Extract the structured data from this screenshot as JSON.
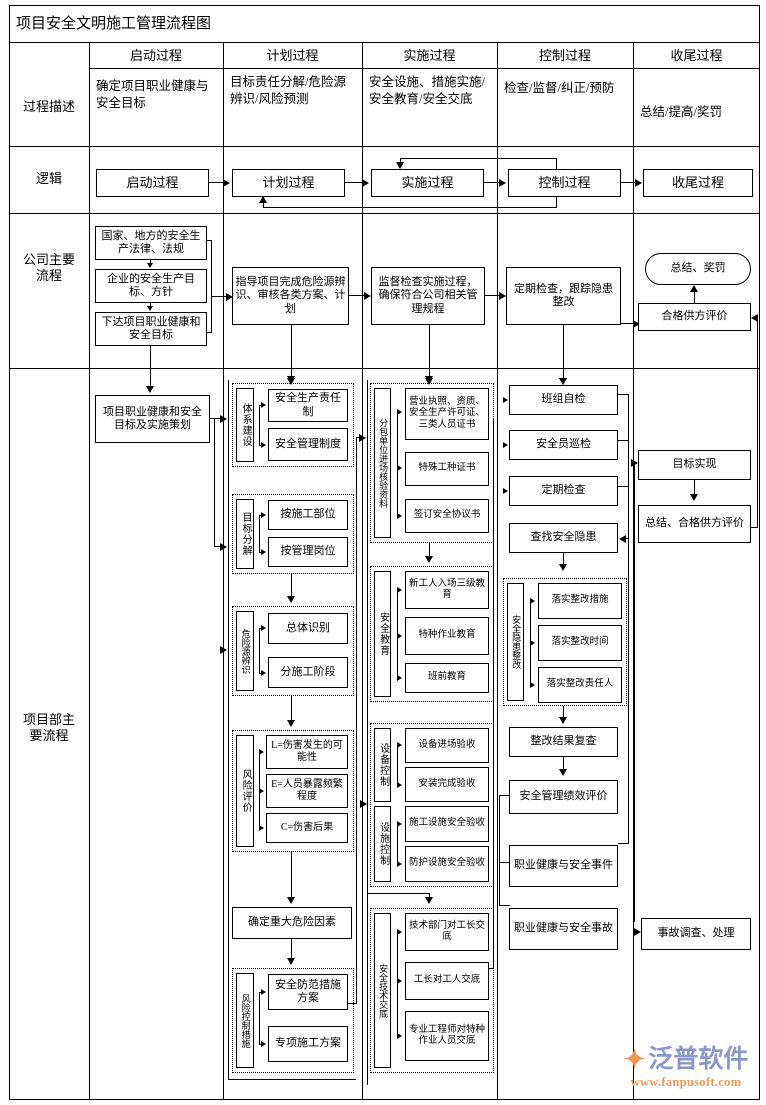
{
  "title": "项目安全文明施工管理流程图",
  "columns": [
    {
      "id": "initiating",
      "label": "启动过程"
    },
    {
      "id": "planning",
      "label": "计划过程"
    },
    {
      "id": "implementing",
      "label": "实施过程"
    },
    {
      "id": "controlling",
      "label": "控制过程"
    },
    {
      "id": "closing",
      "label": "收尾过程"
    }
  ],
  "rows": [
    {
      "id": "process-description",
      "label": "过程描述"
    },
    {
      "id": "logic",
      "label": "逻辑"
    },
    {
      "id": "company-main-process",
      "label": "公司主要\n流程"
    },
    {
      "id": "project-main-process",
      "label": "项目部主\n要流程"
    }
  ],
  "row_labels": {
    "process_description": "过程描述",
    "logic": "逻辑",
    "company_line1": "公司主要",
    "company_line2": "流程",
    "project_line1": "项目部主",
    "project_line2": "要流程"
  },
  "descriptions": [
    "确定项目职业健康与安全目标",
    "目标责任分解/危险源辨识/风险预测",
    "安全设施、措施实施/安全教育/安全交底",
    "检查/监督/纠正/预防",
    "总结/提高/奖罚"
  ],
  "logic_boxes": [
    "启动过程",
    "计划过程",
    "实施过程",
    "控制过程",
    "收尾过程"
  ],
  "company": {
    "c1": [
      "国家、地方的安全生产法律、法规",
      "企业的安全生产目标、方针",
      "下达项目职业健康和安全目标"
    ],
    "c2": "指导项目完成危险源辨识、审核各类方案、计划",
    "c3": "监督检查实施过程，确保符合公司相关管理规程",
    "c4": "定期检查，跟踪隐患整改",
    "c5_round": "总结、奖罚",
    "c5_box": "合格供方评价"
  },
  "project": {
    "col1": "项目职业健康和安全目标及实施策划",
    "col2_groups": [
      {
        "label": "体系建设",
        "items": [
          "安全生产责任制",
          "安全管理制度"
        ]
      },
      {
        "label": "目标分解",
        "items": [
          "按施工部位",
          "按管理岗位"
        ]
      },
      {
        "label": "危险源辨识",
        "items": [
          "总体识别",
          "分施工阶段"
        ]
      },
      {
        "label": "风险评价",
        "items": [
          "L=伤害发生的可能性",
          "E=人员暴露频繁程度",
          "C=伤害后果"
        ]
      },
      {
        "label": "风险控制措施",
        "items": [
          "安全防范措施方案",
          "专项施工方案"
        ]
      }
    ],
    "col2_single": "确定重大危险因素",
    "col3_groups": [
      {
        "label": "分包单位进场核验资料",
        "items": [
          "营业执照、资质、安全生产许可证、三类人员证书",
          "特殊工种证书",
          "签订安全协议书"
        ]
      },
      {
        "label": "安全教育",
        "items": [
          "新工人入场三级教育",
          "特种作业教育",
          "班前教育"
        ]
      },
      {
        "label": "设备控制",
        "items": [
          "设备进场验收",
          "安装完成验收"
        ]
      },
      {
        "label": "设施控制",
        "items": [
          "施工设施安全验收",
          "防护设施安全验收"
        ]
      },
      {
        "label": "安全技术交底",
        "items": [
          "技术部门对工长交底",
          "工长对工人交底",
          "专业工程师对特种作业人员交底"
        ]
      }
    ],
    "col4_top": [
      "班组自检",
      "安全员巡检",
      "定期检查",
      "查找安全隐患"
    ],
    "col4_group": {
      "label": "安全隐患整改",
      "items": [
        "落实整改措施",
        "落实整改时间",
        "落实整改责任人"
      ]
    },
    "col4_bottom": [
      "整改结果复查",
      "安全管理绩效评价",
      "职业健康与安全事件",
      "职业健康与安全事故"
    ],
    "col5": [
      "目标实现",
      "总结、合格供方评价",
      "事故调查、处理"
    ]
  },
  "watermark": {
    "mark": "✦",
    "name": "泛普软件",
    "url": "www.fanpusoft.com"
  }
}
